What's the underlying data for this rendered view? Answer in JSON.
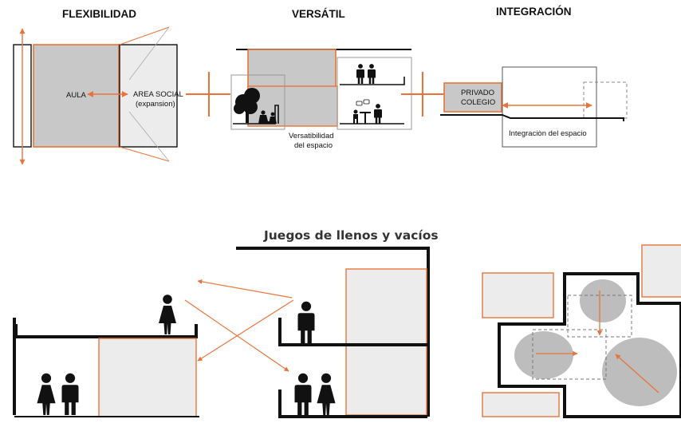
{
  "titles": {
    "flexibilidad": "FLEXIBILIDAD",
    "versatil": "VERSÁTIL",
    "integracion": "INTEGRACIÓN",
    "llenos_vacios": "Juegos de llenos y vacíos"
  },
  "labels": {
    "aula": "AULA",
    "area_social_1": "AREA SOCIAL",
    "area_social_2": "(expansion)",
    "versatilidad_1": "Versatibilidad",
    "versatilidad_2": "del espacio",
    "privado": "PRIVADO",
    "colegio": "COLEGIO",
    "integracion_espacio": "Integraciòn del espacio"
  },
  "colors": {
    "accent": "#e8743b",
    "fill_gray": "#c8c8c8",
    "fill_light": "#ececec",
    "stroke": "#111111",
    "figure": "#111111"
  },
  "icons": [
    "person-icon",
    "tree-icon",
    "meeting-icon",
    "arrow-icon"
  ]
}
